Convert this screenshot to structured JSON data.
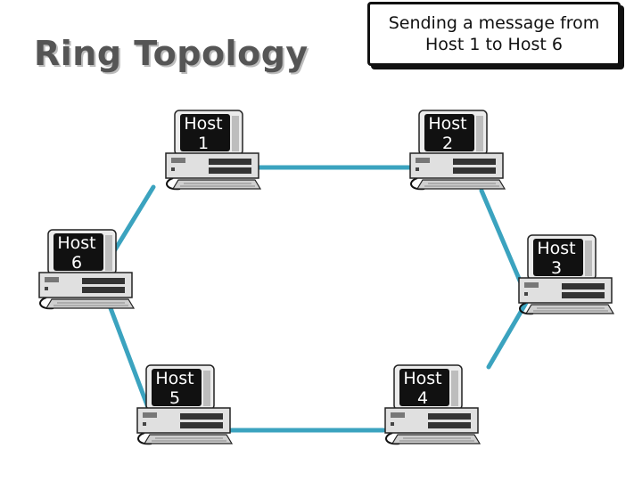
{
  "title": "Ring Topology",
  "callout": {
    "line1": "Sending a message from",
    "line2": "Host 1 to Host 6"
  },
  "colors": {
    "link": "#3ba3bf",
    "title": "#555555",
    "screen": "#111111"
  },
  "hosts": [
    {
      "id": "host1",
      "line1": "Host",
      "line2": "1"
    },
    {
      "id": "host2",
      "line1": "Host",
      "line2": "2"
    },
    {
      "id": "host3",
      "line1": "Host",
      "line2": "3"
    },
    {
      "id": "host4",
      "line1": "Host",
      "line2": "4"
    },
    {
      "id": "host5",
      "line1": "Host",
      "line2": "5"
    },
    {
      "id": "host6",
      "line1": "Host",
      "line2": "6"
    }
  ],
  "links": [
    {
      "from": "host1",
      "to": "host2"
    },
    {
      "from": "host2",
      "to": "host3"
    },
    {
      "from": "host3",
      "to": "host4"
    },
    {
      "from": "host4",
      "to": "host5"
    },
    {
      "from": "host5",
      "to": "host6"
    },
    {
      "from": "host6",
      "to": "host1"
    }
  ]
}
